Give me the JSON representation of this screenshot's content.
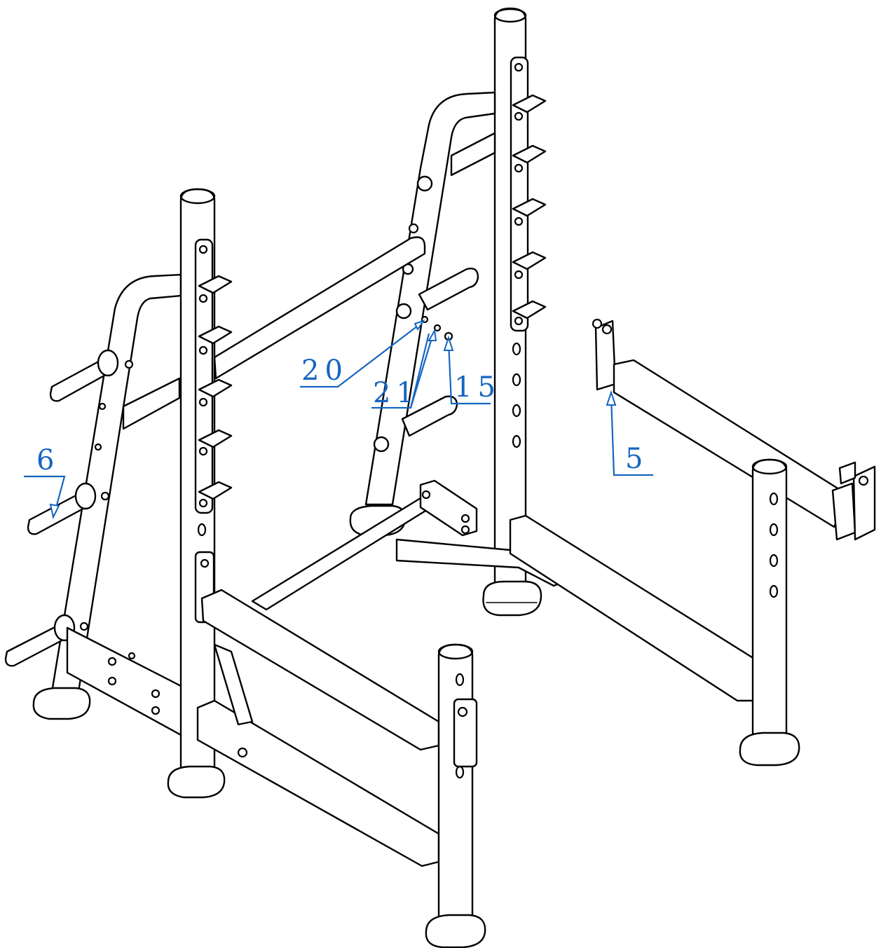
{
  "colors": {
    "line": "#000000",
    "callout": "#1565c0",
    "background": "#ffffff"
  },
  "callouts": [
    {
      "id": "c20",
      "label": "20"
    },
    {
      "id": "c21",
      "label": "21"
    },
    {
      "id": "c15",
      "label": "15"
    },
    {
      "id": "c6",
      "label": "6"
    },
    {
      "id": "c5",
      "label": "5"
    }
  ]
}
